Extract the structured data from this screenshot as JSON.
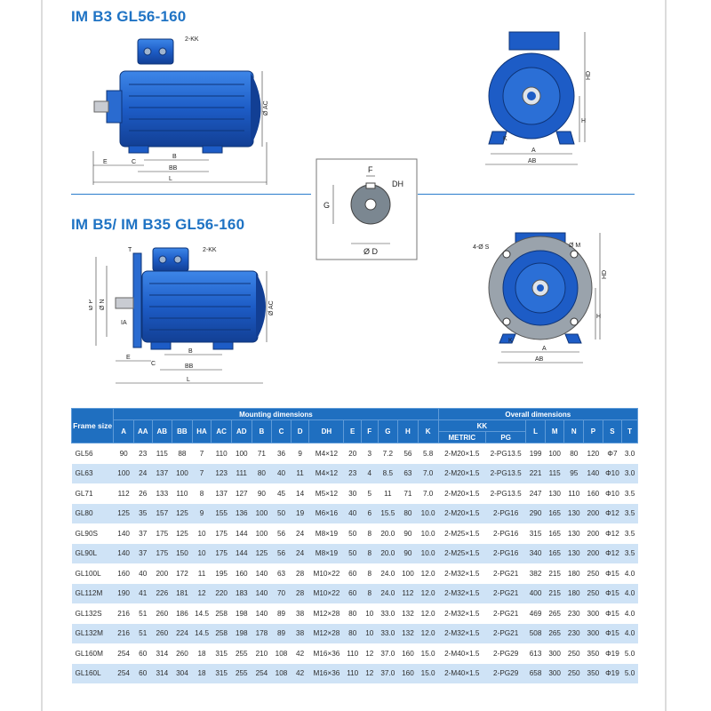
{
  "headings": {
    "b3": "IM B3  GL56-160",
    "b5": "IM B5/ IM B35  GL56-160"
  },
  "drawing_labels": {
    "kk": "2-KK",
    "kk2": "2-KK",
    "e": "E",
    "c": "C",
    "b": "B",
    "bb": "BB",
    "l": "L",
    "ac": "Ø AC",
    "a": "A",
    "ab": "AB",
    "k": "K",
    "h": "H",
    "hd": "HD",
    "f": "F",
    "dh": "DH",
    "g": "G",
    "d": "Ø D",
    "t": "T",
    "p": "Ø P",
    "n": "Ø N",
    "ia": "IA",
    "s": "4-Ø S",
    "m": "Ø M",
    "e2": "E",
    "c2": "C",
    "b2": "B",
    "bb2": "BB",
    "l2": "L",
    "ac2": "Ø AC",
    "a2": "A",
    "ab2": "AB",
    "k2": "K",
    "h2": "H",
    "hd2": "HD"
  },
  "table": {
    "frame_size_label": "Frame size",
    "mounting_dimensions_label": "Mounting dimensions",
    "overall_dimensions_label": "Overall dimensions",
    "kk_label": "KK",
    "metric_label": "METRIC",
    "pg_label": "PG",
    "columns": [
      "A",
      "AA",
      "AB",
      "BB",
      "HA",
      "AC",
      "AD",
      "B",
      "C",
      "D",
      "DH",
      "E",
      "F",
      "G",
      "H",
      "K",
      "L",
      "M",
      "N",
      "P",
      "S",
      "T"
    ],
    "rows": [
      [
        "GL56",
        "90",
        "23",
        "115",
        "88",
        "7",
        "110",
        "100",
        "71",
        "36",
        "9",
        "M4×12",
        "20",
        "3",
        "7.2",
        "56",
        "5.8",
        "2-M20×1.5",
        "2-PG13.5",
        "199",
        "100",
        "80",
        "120",
        "Φ7",
        "3.0"
      ],
      [
        "GL63",
        "100",
        "24",
        "137",
        "100",
        "7",
        "123",
        "111",
        "80",
        "40",
        "11",
        "M4×12",
        "23",
        "4",
        "8.5",
        "63",
        "7.0",
        "2-M20×1.5",
        "2-PG13.5",
        "221",
        "115",
        "95",
        "140",
        "Φ10",
        "3.0"
      ],
      [
        "GL71",
        "112",
        "26",
        "133",
        "110",
        "8",
        "137",
        "127",
        "90",
        "45",
        "14",
        "M5×12",
        "30",
        "5",
        "11",
        "71",
        "7.0",
        "2-M20×1.5",
        "2-PG13.5",
        "247",
        "130",
        "110",
        "160",
        "Φ10",
        "3.5"
      ],
      [
        "GL80",
        "125",
        "35",
        "157",
        "125",
        "9",
        "155",
        "136",
        "100",
        "50",
        "19",
        "M6×16",
        "40",
        "6",
        "15.5",
        "80",
        "10.0",
        "2-M20×1.5",
        "2-PG16",
        "290",
        "165",
        "130",
        "200",
        "Φ12",
        "3.5"
      ],
      [
        "GL90S",
        "140",
        "37",
        "175",
        "125",
        "10",
        "175",
        "144",
        "100",
        "56",
        "24",
        "M8×19",
        "50",
        "8",
        "20.0",
        "90",
        "10.0",
        "2-M25×1.5",
        "2-PG16",
        "315",
        "165",
        "130",
        "200",
        "Φ12",
        "3.5"
      ],
      [
        "GL90L",
        "140",
        "37",
        "175",
        "150",
        "10",
        "175",
        "144",
        "125",
        "56",
        "24",
        "M8×19",
        "50",
        "8",
        "20.0",
        "90",
        "10.0",
        "2-M25×1.5",
        "2-PG16",
        "340",
        "165",
        "130",
        "200",
        "Φ12",
        "3.5"
      ],
      [
        "GL100L",
        "160",
        "40",
        "200",
        "172",
        "11",
        "195",
        "160",
        "140",
        "63",
        "28",
        "M10×22",
        "60",
        "8",
        "24.0",
        "100",
        "12.0",
        "2-M32×1.5",
        "2-PG21",
        "382",
        "215",
        "180",
        "250",
        "Φ15",
        "4.0"
      ],
      [
        "GL112M",
        "190",
        "41",
        "226",
        "181",
        "12",
        "220",
        "183",
        "140",
        "70",
        "28",
        "M10×22",
        "60",
        "8",
        "24.0",
        "112",
        "12.0",
        "2-M32×1.5",
        "2-PG21",
        "400",
        "215",
        "180",
        "250",
        "Φ15",
        "4.0"
      ],
      [
        "GL132S",
        "216",
        "51",
        "260",
        "186",
        "14.5",
        "258",
        "198",
        "140",
        "89",
        "38",
        "M12×28",
        "80",
        "10",
        "33.0",
        "132",
        "12.0",
        "2-M32×1.5",
        "2-PG21",
        "469",
        "265",
        "230",
        "300",
        "Φ15",
        "4.0"
      ],
      [
        "GL132M",
        "216",
        "51",
        "260",
        "224",
        "14.5",
        "258",
        "198",
        "178",
        "89",
        "38",
        "M12×28",
        "80",
        "10",
        "33.0",
        "132",
        "12.0",
        "2-M32×1.5",
        "2-PG21",
        "508",
        "265",
        "230",
        "300",
        "Φ15",
        "4.0"
      ],
      [
        "GL160M",
        "254",
        "60",
        "314",
        "260",
        "18",
        "315",
        "255",
        "210",
        "108",
        "42",
        "M16×36",
        "110",
        "12",
        "37.0",
        "160",
        "15.0",
        "2-M40×1.5",
        "2-PG29",
        "613",
        "300",
        "250",
        "350",
        "Φ19",
        "5.0"
      ],
      [
        "GL160L",
        "254",
        "60",
        "314",
        "304",
        "18",
        "315",
        "255",
        "254",
        "108",
        "42",
        "M16×36",
        "110",
        "12",
        "37.0",
        "160",
        "15.0",
        "2-M40×1.5",
        "2-PG29",
        "658",
        "300",
        "250",
        "350",
        "Φ19",
        "5.0"
      ]
    ]
  },
  "colors": {
    "brand_blue": "#1f73c4",
    "motor_blue": "#1e5fc8",
    "header_blue": "#1f6fc0",
    "row_alt": "#cfe3f6"
  }
}
